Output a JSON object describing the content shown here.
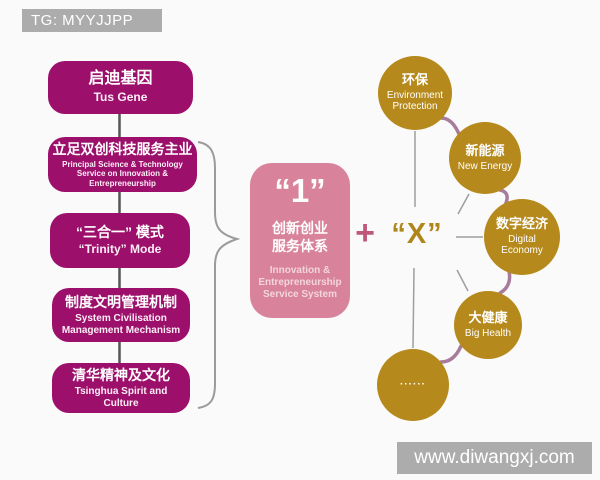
{
  "page": {
    "tg_banner": "TG: MYYJJPP",
    "watermark": "www.diwangxj.com"
  },
  "colors": {
    "box_magenta": "#9c106c",
    "center_pink": "#d8839b",
    "circle_gold": "#b5891b",
    "banner_gray": "#acacac",
    "arc_purple": "#a77b9b",
    "plus_rose": "#be5878"
  },
  "left_flow": {
    "boxes": [
      {
        "zh": "启迪基因",
        "en": "Tus Gene"
      },
      {
        "zh": "立足双创科技服务主业",
        "en": "Principal Science & Technology Service on Innovation & Entrepreneurship"
      },
      {
        "zh": "“三合一” 模式",
        "en": "“Trinity” Mode"
      },
      {
        "zh": "制度文明管理机制",
        "en": "System Civilisation Management Mechanism"
      },
      {
        "zh": "清华精神及文化",
        "en": "Tsinghua Spirit and Culture"
      }
    ]
  },
  "center_box": {
    "headline": "“1”",
    "zh_line1": "创新创业",
    "zh_line2": "服务体系",
    "en": "Innovation & Entrepreneurship Service System"
  },
  "operators": {
    "plus": "+",
    "x": "“X”"
  },
  "right_circles": [
    {
      "zh": "环保",
      "en": "Environment Protection"
    },
    {
      "zh": "新能源",
      "en": "New Energy"
    },
    {
      "zh": "数字经济",
      "en": "Digital Economy"
    },
    {
      "zh": "大健康",
      "en": "Big Health"
    },
    {
      "zh": "······",
      "en": ""
    }
  ]
}
